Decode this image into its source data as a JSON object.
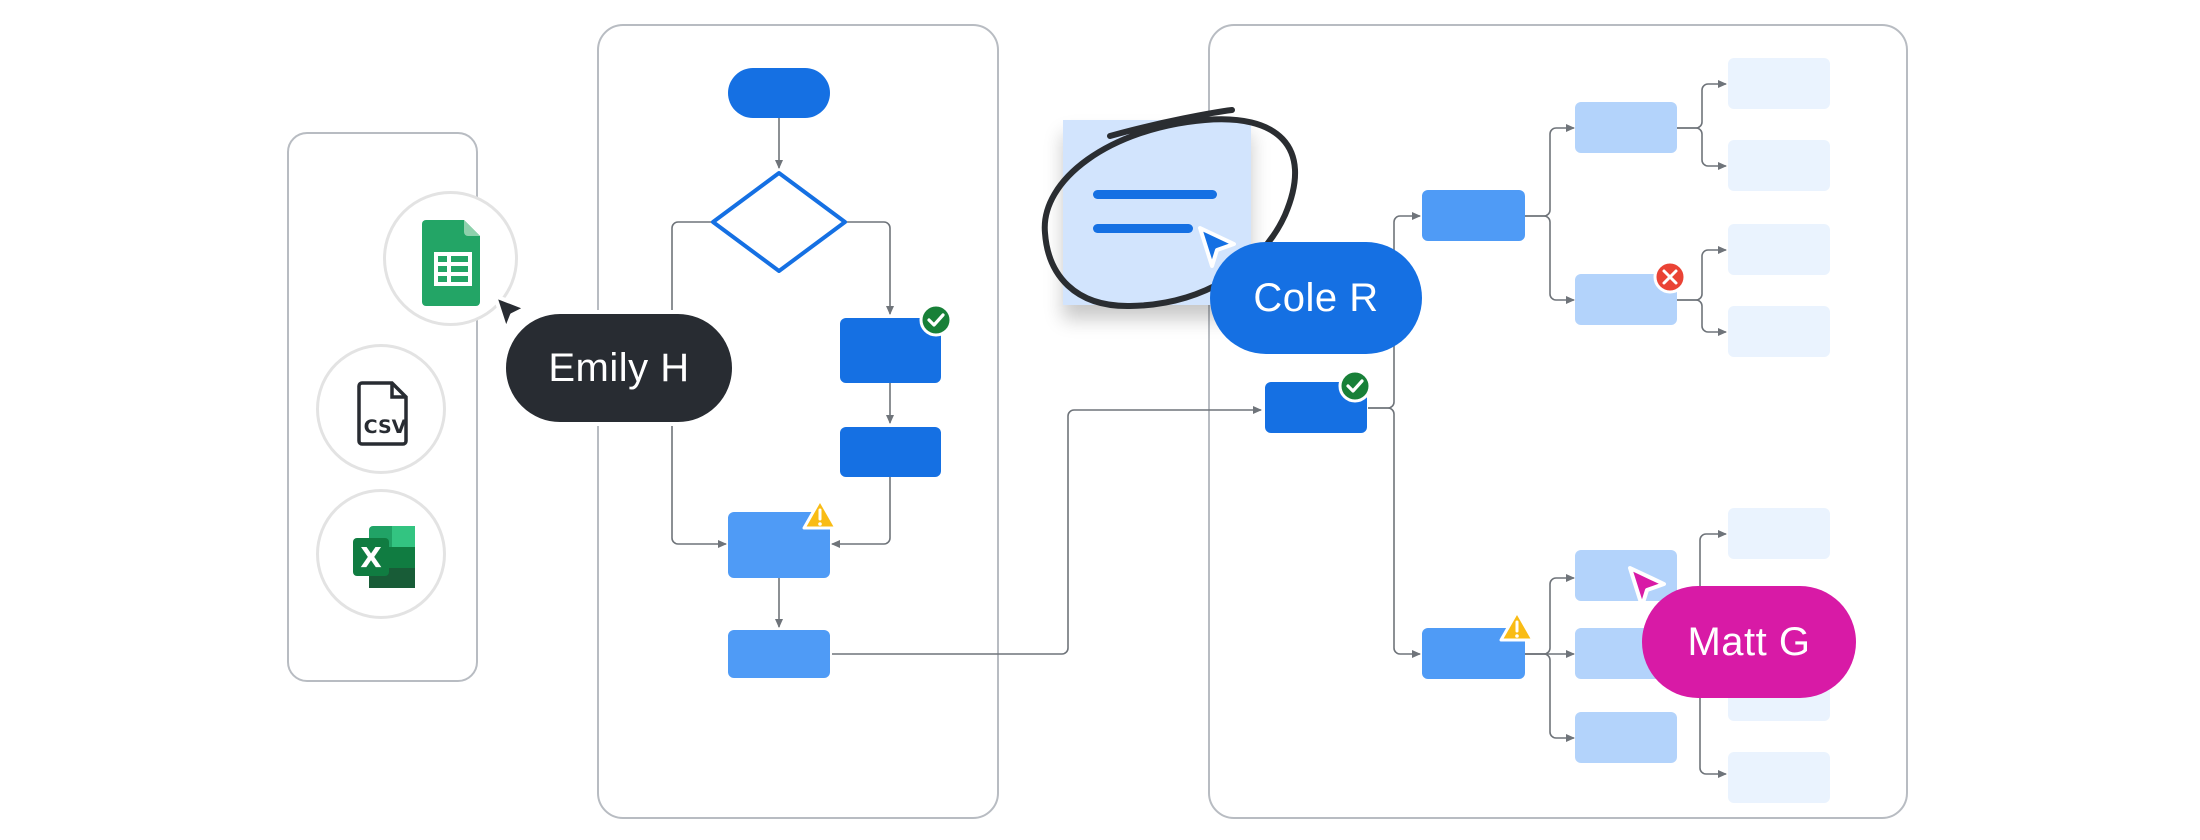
{
  "collaborators": [
    {
      "name": "Emily H",
      "color": "#282c32"
    },
    {
      "name": "Cole R",
      "color": "#1570e3"
    },
    {
      "name": "Matt G",
      "color": "#d81aa6"
    }
  ],
  "import_sources": [
    {
      "icon": "google-sheets-icon",
      "color": "#23a566"
    },
    {
      "icon": "csv-file-icon",
      "label": "CSV",
      "color": "#282c32"
    },
    {
      "icon": "excel-icon",
      "label": "X",
      "color": "#107c41"
    }
  ],
  "status_colors": {
    "success": "#188038",
    "warning": "#f9bc15",
    "error": "#ea4335"
  },
  "node_colors": {
    "dark": "#1570e3",
    "mid": "#4f9bf6",
    "light": "#b3d3fb",
    "pale": "#eaf3fe",
    "connector": "#6f747a"
  }
}
